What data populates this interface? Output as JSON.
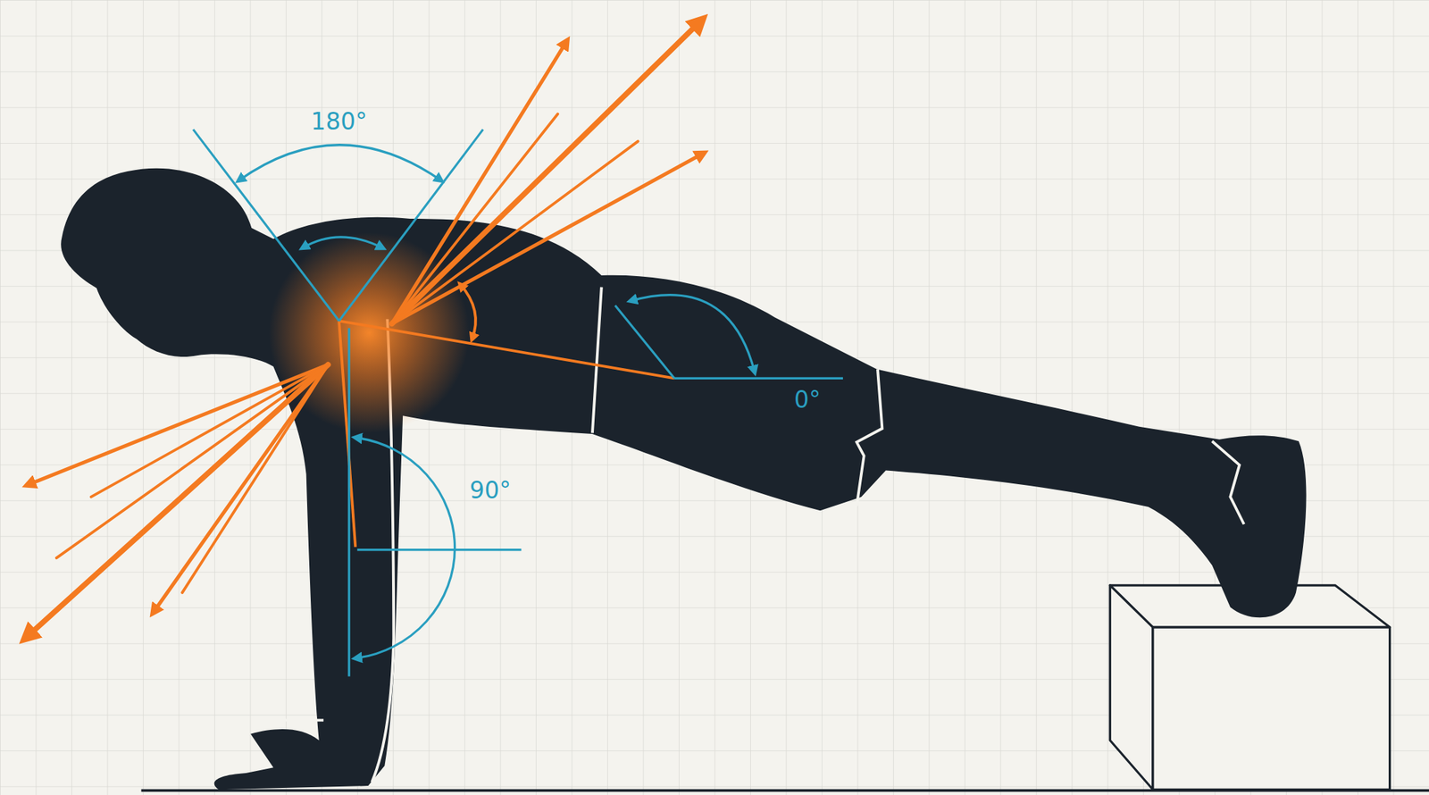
{
  "diagram": {
    "labels": [
      "180°",
      "90°",
      "0°"
    ]
  }
}
